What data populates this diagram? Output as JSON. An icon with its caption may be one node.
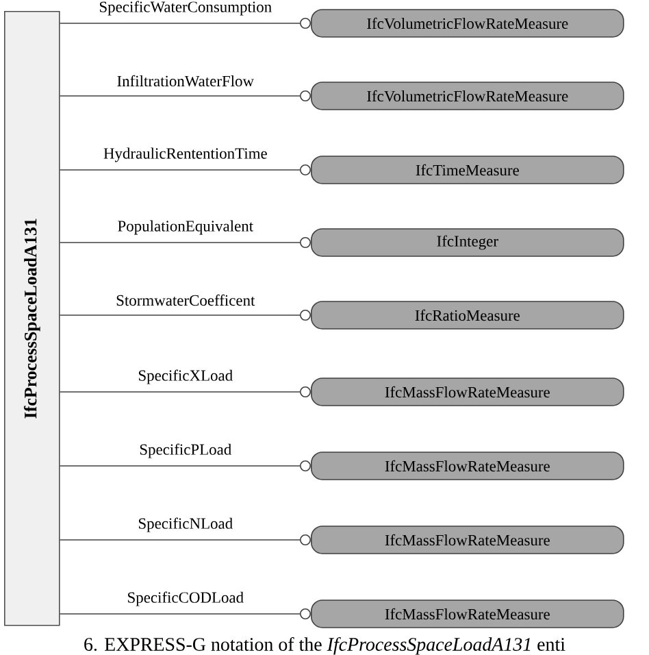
{
  "diagram": {
    "caption": "6. EXPRESS-G notation of the *IfcProcessSpaceLoadA131* enti",
    "nodes": [
      {
        "text": [
          "IfcProcessSpaceLoadA131"
        ]
      },
      {
        "text": [
          "IfcVolumetricFlowRateMeasure"
        ]
      },
      {
        "text": [
          "IfcVolumetricFlowRateMeasure"
        ]
      },
      {
        "text": [
          "IfcTimeMeasure"
        ]
      },
      {
        "text": [
          "IfcInteger"
        ]
      },
      {
        "text": [
          "IfcRatioMeasure"
        ]
      },
      {
        "text": [
          "IfcMassFlowRateMeasure"
        ]
      },
      {
        "text": [
          "IfcMassFlowRateMeasure"
        ]
      },
      {
        "text": [
          "IfcMassFlowRateMeasure"
        ]
      },
      {
        "text": [
          "IfcMassFlowRateMeasure"
        ]
      }
    ],
    "edges": [
      {
        "from": 0,
        "to": 1,
        "arrow": "other",
        "label": "SpecificWaterConsumption"
      },
      {
        "from": 0,
        "to": 2,
        "arrow": "other",
        "label": "InfiltrationWaterFlow"
      },
      {
        "from": 0,
        "to": 3,
        "arrow": "other",
        "label": "HydraulicRententionTime"
      },
      {
        "from": 0,
        "to": 4,
        "arrow": "other",
        "label": "PopulationEquivalent"
      },
      {
        "from": 0,
        "to": 5,
        "arrow": "other",
        "label": "StormwaterCoefficent"
      },
      {
        "from": 0,
        "to": 6,
        "arrow": "other",
        "label": "SpecificXLoad"
      },
      {
        "from": 0,
        "to": 7,
        "arrow": "other",
        "label": "SpecificPLoad"
      },
      {
        "from": 0,
        "to": 8,
        "arrow": "other",
        "label": "SpecificNLoad"
      },
      {
        "from": 0,
        "to": 9,
        "arrow": "other",
        "label": "SpecificCODLoad"
      }
    ]
  }
}
